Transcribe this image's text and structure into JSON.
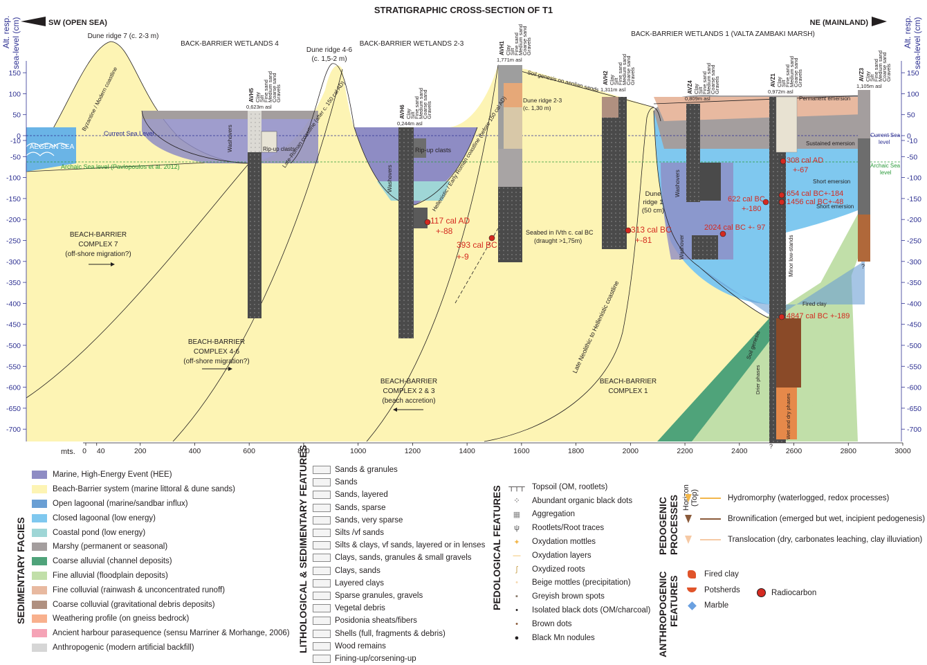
{
  "title": "STRATIGRAPHIC CROSS-SECTION OF T1",
  "direction_left": "SW (OPEN SEA)",
  "direction_right": "NE (MAINLAND)",
  "axis": {
    "y_label_line1": "Alt. resp.",
    "y_label_line2": "sea-level (cm)",
    "y_ticks": [
      "150",
      "100",
      "50",
      "0",
      "-10",
      "-50",
      "-100",
      "-150",
      "-200",
      "-250",
      "-300",
      "-350",
      "-400",
      "-450",
      "-500",
      "-550",
      "-600",
      "-650",
      "-700"
    ],
    "x_unit": "mts.",
    "x_ticks": [
      "0",
      "40",
      "200",
      "400",
      "600",
      "800",
      "1000",
      "1200",
      "1400",
      "1600",
      "1800",
      "2000",
      "2200",
      "2400",
      "2600",
      "2800",
      "3000"
    ]
  },
  "zone_labels": {
    "bbw4": "BACK-BARRIER WETLANDS 4",
    "bbw23": "BACK-BARRIER WETLANDS 2-3",
    "bbw1": "BACK-BARRIER  WETLANDS 1 (VALTA ZAMBAKI MARSH)",
    "dune7": "Dune ridge 7 (c. 2-3 m)",
    "dune46a": "Dune ridge 4-6",
    "dune46b": "(c. 1,5-2 m)",
    "dune23a": "Dune ridge 2-3",
    "dune23b": "(c. 1,30 m)",
    "dune1a": "Dune",
    "dune1b": "ridge 1",
    "dune1c": "(50 cm)",
    "aegean": "AEGEAN SEA",
    "current_sea": "Current Sea Level",
    "archaic_sea": "Archaic Sea level (Pavlopoulos et al. 2012)",
    "current_sea_r1": "Current Sea",
    "current_sea_r2": "level",
    "archaic_sea_r1": "Archaic Sea",
    "archaic_sea_r2": "level",
    "byzantine": "Byzantine / Modern coastline",
    "late_roman": "Late-Roman coastline (after c. 150 cal AD)",
    "hellenistic": "Hellenistic / Early Roman coastline (before 150 cal AD)",
    "neolithic": "Late Neolithic to Hellenistic coastline",
    "soil_aeolian": "Soil genesis on aeolian sands",
    "seabed": "Seabed in IVth c. cal BC",
    "seabed2": "(draught >1,75m)",
    "permanent": "Permanent emersion",
    "sustained": "Sustained emersion",
    "short1": "Short emersion",
    "short2": "Short emersion",
    "washovers1": "Washovers",
    "washovers2": "Washovers",
    "washovers3": "Washovers",
    "washover4": "Washover",
    "ripup1": "Rip-up clasts",
    "ripup2": "Rip-up clasts",
    "minor_low": "Minor low-stands",
    "fired_clay": "Fired clay",
    "soil_genesis": "Soil genesis",
    "drier": "Drier phases",
    "wetdry": "Wet and dry phases",
    "q1": "?",
    "q2": "?"
  },
  "complexes": {
    "c7_1": "BEACH-BARRIER",
    "c7_2": "COMPLEX 7",
    "c7_3": "(off-shore migration?)",
    "c46_1": "BEACH-BARRIER",
    "c46_2": "COMPLEX 4-6",
    "c46_3": "(off-shore migration?)",
    "c23_1": "BEACH-BARRIER",
    "c23_2": "COMPLEX 2 & 3",
    "c23_3": "(beach accretion)",
    "c1_1": "BEACH-BARRIER",
    "c1_2": "COMPLEX 1"
  },
  "cores": [
    {
      "name": "AVH5",
      "alt": "0,623m asl"
    },
    {
      "name": "AVH6",
      "alt": "0,244m asl"
    },
    {
      "name": "AVH1",
      "alt": "1,771m asl"
    },
    {
      "name": "AVH2",
      "alt": "1,311m asl"
    },
    {
      "name": "AVZ4",
      "alt": "0,809m asl"
    },
    {
      "name": "AVZ1",
      "alt": "0,972m asl"
    },
    {
      "name": "AVZ3",
      "alt": "1,105m asl"
    }
  ],
  "grain_labels": [
    "Clay",
    "Silt",
    "Fine sand",
    "Medium sand",
    "Coarse sand",
    "Gravels"
  ],
  "dates": {
    "d1a": "117 cal AD",
    "d1b": "+-88",
    "d2a": "393 cal BC",
    "d2b": "+-9",
    "d3a": "313 cal BC",
    "d3b": "+-81",
    "d4": "2024 cal BC +- 97",
    "d5a": "622 cal BC",
    "d5b": "+-180",
    "d6": "654 cal BC+-184",
    "d7": "1456 cal BC+-48",
    "d8a": "308 cal AD",
    "d8b": "+-67",
    "d9": "4847 cal BC +-189"
  },
  "legend": {
    "facies_header": "SEDIMENTARY FACIES",
    "facies": [
      {
        "label": "Marine, High-Energy Event (HEE)",
        "color": "#8e8cc4"
      },
      {
        "label": "Beach-Barrier system (marine littoral & dune sands)",
        "color": "#fdf4b4"
      },
      {
        "label": "Open lagoonal (marine/sandbar influx)",
        "color": "#6a9fd4"
      },
      {
        "label": "Closed lagoonal (low energy)",
        "color": "#7fc8ef"
      },
      {
        "label": "Coastal pond (low energy)",
        "color": "#9fd6d6"
      },
      {
        "label": "Marshy (permanent or seasonal)",
        "color": "#a49e9e"
      },
      {
        "label": "Coarse alluvial (channel deposits)",
        "color": "#4fa37a"
      },
      {
        "label": "Fine alluvial (floodplain deposits)",
        "color": "#c1dfa9"
      },
      {
        "label": "Fine colluvial (rainwash & unconcentrated runoff)",
        "color": "#e8b9a0"
      },
      {
        "label": "Coarse colluvial (gravitational debris deposits)",
        "color": "#b09080"
      },
      {
        "label": "Weathering profile (on gneiss bedrock)",
        "color": "#f8b08d"
      },
      {
        "label": "Ancient harbour parasequence (sensu Marriner & Morhange, 2006)",
        "color": "#f5a3b6"
      },
      {
        "label": "Anthropogenic (modern artificial backfill)",
        "color": "#d6d6d6"
      }
    ],
    "lith_header": "LITHOLOGICAL & SEDIMENTARY FEATURES",
    "lith": [
      "Sands & granules",
      "Sands",
      "Sands, layered",
      "Sands, sparse",
      "Sands, very sparse",
      "Silts /vf sands",
      "Silts & clays, vf sands, layered or in lenses",
      "Clays, sands, granules & small gravels",
      "Clays, sands",
      "Layered clays",
      "Sparse granules, gravels",
      "Vegetal debris",
      "Posidonia sheats/fibers",
      "Shells (full, fragments & debris)",
      "Wood remains",
      "Fining-up/corsening-up"
    ],
    "ped_header": "PEDOLOGICAL FEATURES",
    "ped": [
      "Topsoil (OM, rootlets)",
      "Abundant organic black dots",
      "Aggregation",
      "Rootlets/Root traces",
      "Oxydation mottles",
      "Oxydation layers",
      "Oxydized roots",
      "Beige mottles (precipitation)",
      "Greyish brown spots",
      "Isolated black dots (OM/charcoal)",
      "Brown dots",
      "Black Mn nodules"
    ],
    "proc_header1": "PEDOGENIC",
    "proc_header2": "PROCESSES",
    "horizon1": "Horizon",
    "horizon2": "(Top)",
    "proc": [
      {
        "label": "Hydromorphy (waterlogged, redox processes)",
        "color": "#f2b64a"
      },
      {
        "label": "Brownification (emerged but wet, incipient pedogenesis)",
        "color": "#8a5a3a"
      },
      {
        "label": "Translocation (dry, carbonates leaching, clay illuviation)",
        "color": "#f6c9a4"
      }
    ],
    "anth_header1": "ANTHROPOGENIC",
    "anth_header2": "FEATURES",
    "anth": [
      "Fired clay",
      "Potsherds",
      "Marble"
    ],
    "radiocarbon": "Radiocarbon"
  }
}
